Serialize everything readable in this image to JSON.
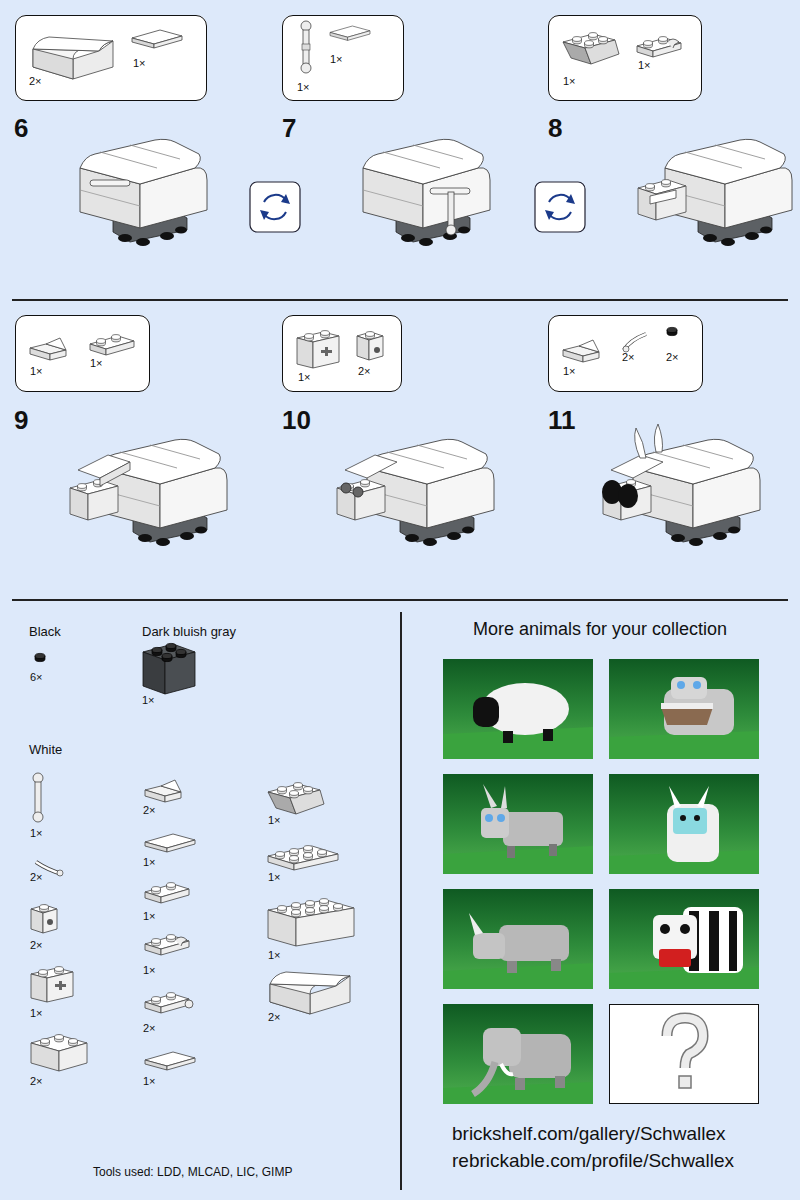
{
  "diagram": {
    "nodes": [
      {
        "text": [
          "2×",
          "1×"
        ]
      },
      {
        "text": [
          "1×",
          "1×"
        ]
      },
      {
        "text": [
          "1×",
          "1×"
        ]
      },
      {
        "text": [
          "1×",
          "1×"
        ]
      },
      {
        "text": [
          "1×",
          "2×"
        ]
      },
      {
        "text": [
          "1×",
          "2×",
          "2×"
        ]
      }
    ],
    "labels": [
      "6",
      "7",
      "8",
      "9",
      "10",
      "11",
      "Black",
      "6×",
      "Dark bluish gray",
      "1×",
      "White",
      "1×",
      "2×",
      "2×",
      "1×",
      "2×",
      "2×",
      "1×",
      "1×",
      "1×",
      "2×",
      "1×",
      "1×",
      "1×",
      "1×",
      "2×",
      "More animals for your collection",
      "brickshelf.com/gallery/Schwallex",
      "rebrickable.com/profile/Schwallex",
      "Tools used: LDD, MLCAD, LIC, GIMP"
    ]
  }
}
